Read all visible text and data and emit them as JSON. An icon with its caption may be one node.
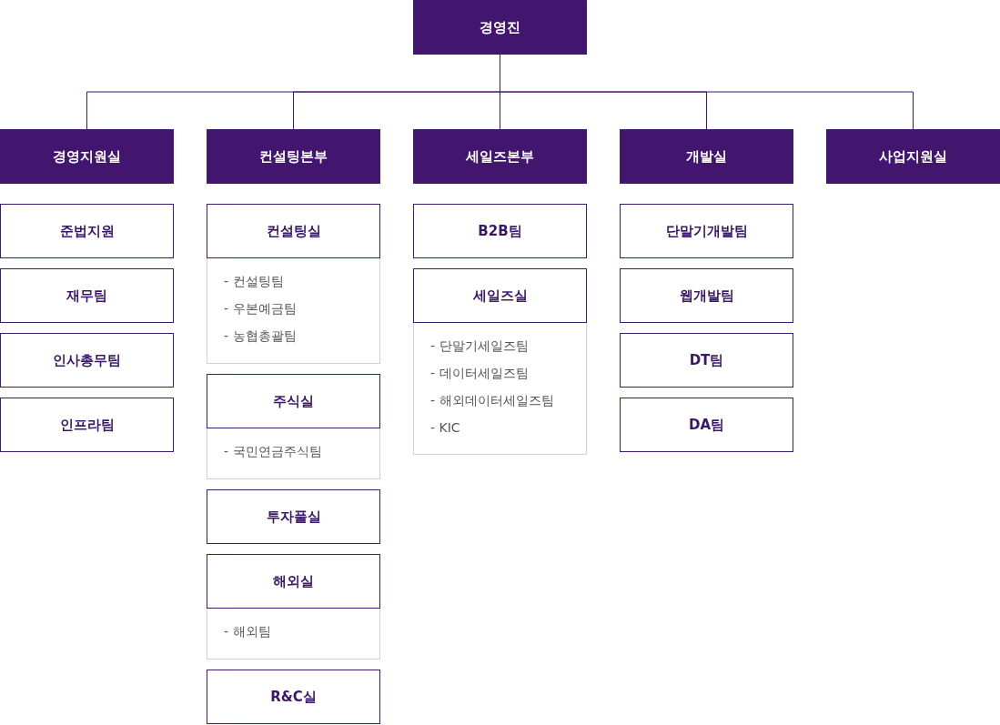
{
  "diagram": {
    "nodes": [
      {
        "text": [
          "경영진"
        ]
      },
      {
        "text": [
          "경영지원실"
        ]
      },
      {
        "text": [
          "준법지원"
        ]
      },
      {
        "text": [
          "재무팀"
        ]
      },
      {
        "text": [
          "인사총무팀"
        ]
      },
      {
        "text": [
          "인프라팀"
        ]
      },
      {
        "text": [
          "컨설팅본부"
        ]
      },
      {
        "text": [
          "컨설팅실"
        ]
      },
      {
        "text": [
          "- 컨설팅팀",
          "- 우본예금팀",
          "- 농협총괄팀"
        ]
      },
      {
        "text": [
          "주식실"
        ]
      },
      {
        "text": [
          "- 국민연금주식팀"
        ]
      },
      {
        "text": [
          "투자풀실"
        ]
      },
      {
        "text": [
          "해외실"
        ]
      },
      {
        "text": [
          "- 해외팀"
        ]
      },
      {
        "text": [
          "R&C실"
        ]
      },
      {
        "text": [
          "세일즈본부"
        ]
      },
      {
        "text": [
          "B2B팀"
        ]
      },
      {
        "text": [
          "세일즈실"
        ]
      },
      {
        "text": [
          "- 단말기세일즈팀",
          "- 데이터세일즈팀",
          "- 해외데이터세일즈팀",
          "- KIC"
        ]
      },
      {
        "text": [
          "개발실"
        ]
      },
      {
        "text": [
          "단말기개발팀"
        ]
      },
      {
        "text": [
          "웹개발팀"
        ]
      },
      {
        "text": [
          "DT팀"
        ]
      },
      {
        "text": [
          "DA팀"
        ]
      },
      {
        "text": [
          "사업지원실"
        ]
      }
    ],
    "edges": [
      {
        "from": 0,
        "to": 1,
        "arrow": "none"
      },
      {
        "from": 0,
        "to": 6,
        "arrow": "none"
      },
      {
        "from": 0,
        "to": 15,
        "arrow": "none"
      },
      {
        "from": 0,
        "to": 19,
        "arrow": "none"
      },
      {
        "from": 0,
        "to": 24,
        "arrow": "none"
      }
    ]
  }
}
